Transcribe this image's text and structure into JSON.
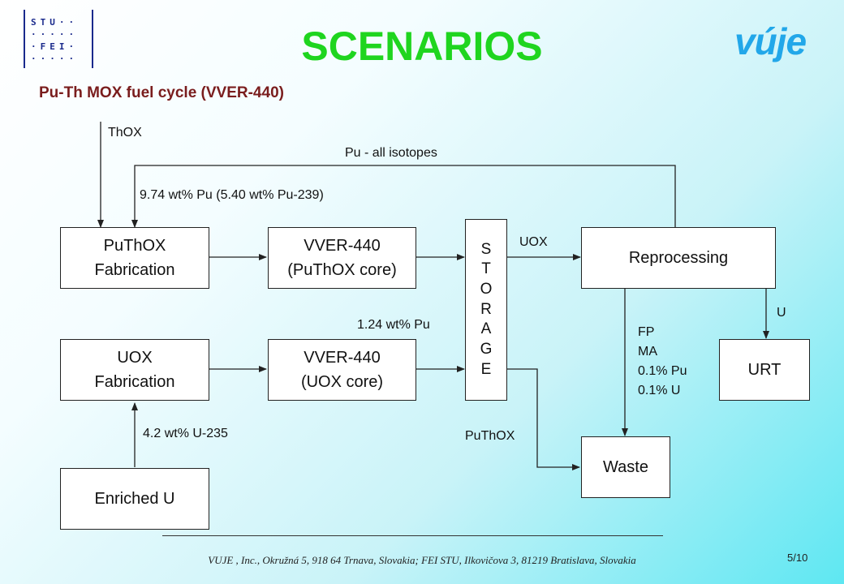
{
  "header": {
    "title": "SCENARIOS",
    "subtitle": "Pu-Th MOX fuel cycle (VVER-440)",
    "logo_left_rows": [
      "STU··",
      "·····",
      "·FEI·",
      "·····"
    ],
    "logo_right": "vúje"
  },
  "boxes": {
    "puthox_fab": [
      "PuThOX",
      "Fabrication"
    ],
    "vver_puthox": [
      "VVER-440",
      "(PuThOX core)"
    ],
    "storage": [
      "S",
      "T",
      "O",
      "R",
      "A",
      "G",
      "E"
    ],
    "reprocessing": [
      "Reprocessing"
    ],
    "uox_fab": [
      "UOX",
      "Fabrication"
    ],
    "vver_uox": [
      "VVER-440",
      "(UOX core)"
    ],
    "urt": [
      "URT"
    ],
    "waste": [
      "Waste"
    ],
    "enriched_u": [
      "Enriched U"
    ]
  },
  "labels": {
    "thox": "ThOX",
    "pu_all": "Pu - all isotopes",
    "pu_wt": "9.74 wt% Pu (5.40 wt% Pu-239)",
    "uox": "UOX",
    "pu_124": "1.24 wt% Pu",
    "u": "U",
    "fp": "FP",
    "ma": "MA",
    "pu_01": "0.1% Pu",
    "u_01": "0.1% U",
    "u235": "4.2 wt% U-235",
    "puthox": "PuThOX"
  },
  "footer": {
    "text": "VUJE , Inc., Okružná 5, 918 64 Trnava, Slovakia; FEI STU, Ilkovičova 3, 81219 Bratislava, Slovakia",
    "page": "5/10"
  },
  "colors": {
    "title": "#1fd51f",
    "subtitle": "#7a1d1d",
    "logo_left": "#1a2a8c",
    "logo_right": "#22a7e9"
  }
}
